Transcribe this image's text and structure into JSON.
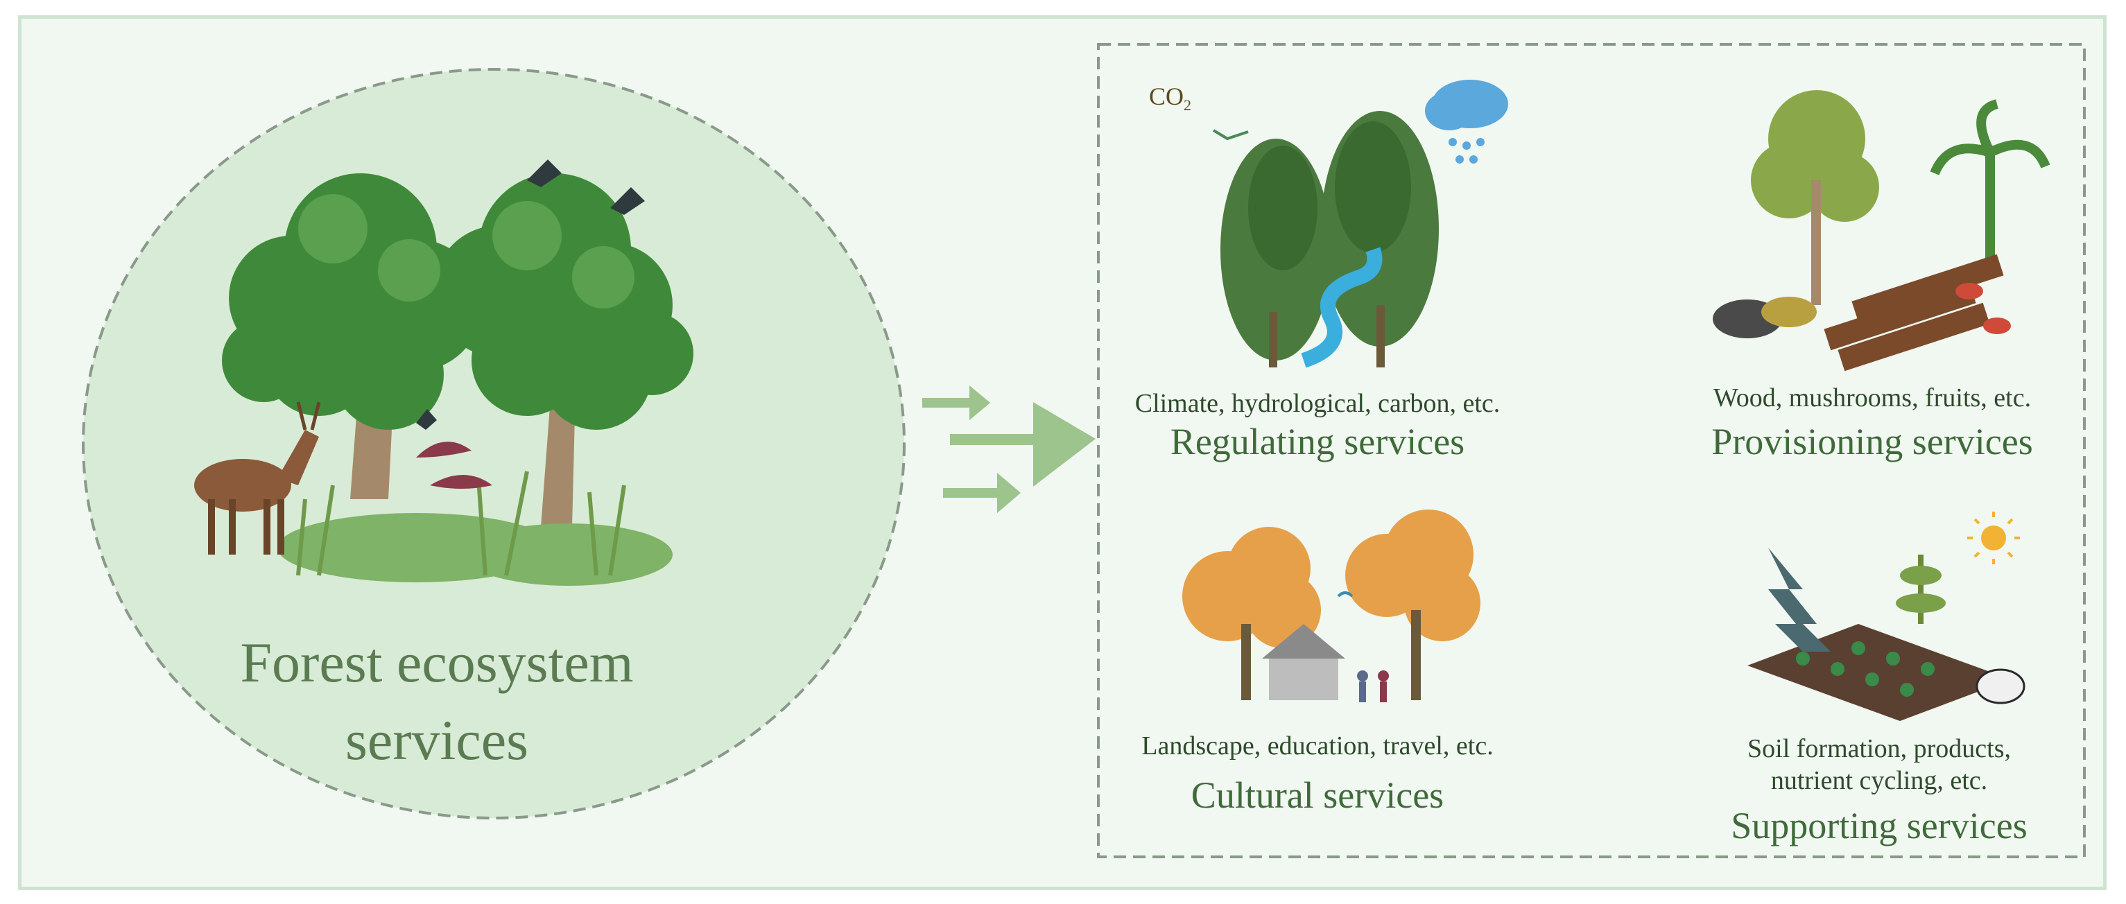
{
  "center": {
    "title_line1": "Forest ecosystem",
    "title_line2": "services"
  },
  "co2_label": {
    "text": "CO",
    "sub": "2"
  },
  "services": {
    "regulating": {
      "examples": "Climate, hydrological, carbon, etc.",
      "name": "Regulating services"
    },
    "provisioning": {
      "examples": "Wood, mushrooms, fruits, etc.",
      "name": "Provisioning services"
    },
    "cultural": {
      "examples": "Landscape, education, travel, etc.",
      "name": "Cultural services"
    },
    "supporting": {
      "examples_line1": "Soil formation, products,",
      "examples_line2": "nutrient cycling, etc.",
      "name": "Supporting services"
    }
  },
  "colors": {
    "background": "#f1f7f1",
    "circle_fill": "#d8ebd6",
    "arrow": "#9cc48c",
    "tree_green": "#3f8a3a",
    "trunk": "#a48a6a",
    "water": "#3aaedc",
    "autumn": "#e6a04a"
  }
}
